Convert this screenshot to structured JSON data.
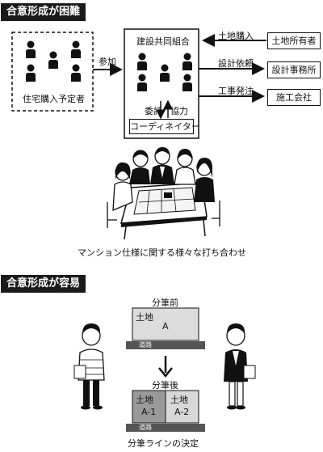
{
  "sections": [
    {
      "title": "合意形成が困難"
    },
    {
      "title": "合意形成が容易"
    }
  ],
  "diagram1": {
    "buyers_label": "住宅購入予定者",
    "cooperative_label": "建設共同組合",
    "coordinator_label": "コーディネイター",
    "entrust_label": "委託",
    "cooperate_label": "協力",
    "join_label": "参加",
    "flows": [
      {
        "label": "土地購入",
        "party": "土地所有者"
      },
      {
        "label": "設計依頼",
        "party": "設計事務所"
      },
      {
        "label": "工事発注",
        "party": "施工会社"
      }
    ],
    "meeting_caption": "マンション仕様に関する様々な打ち合わせ"
  },
  "diagram2": {
    "before_label": "分筆前",
    "after_label": "分筆後",
    "land_label": "土地",
    "land_a": "A",
    "road_label": "道路",
    "parcel_a1": "A-1",
    "parcel_a2": "A-2",
    "caption": "分筆ラインの決定"
  }
}
